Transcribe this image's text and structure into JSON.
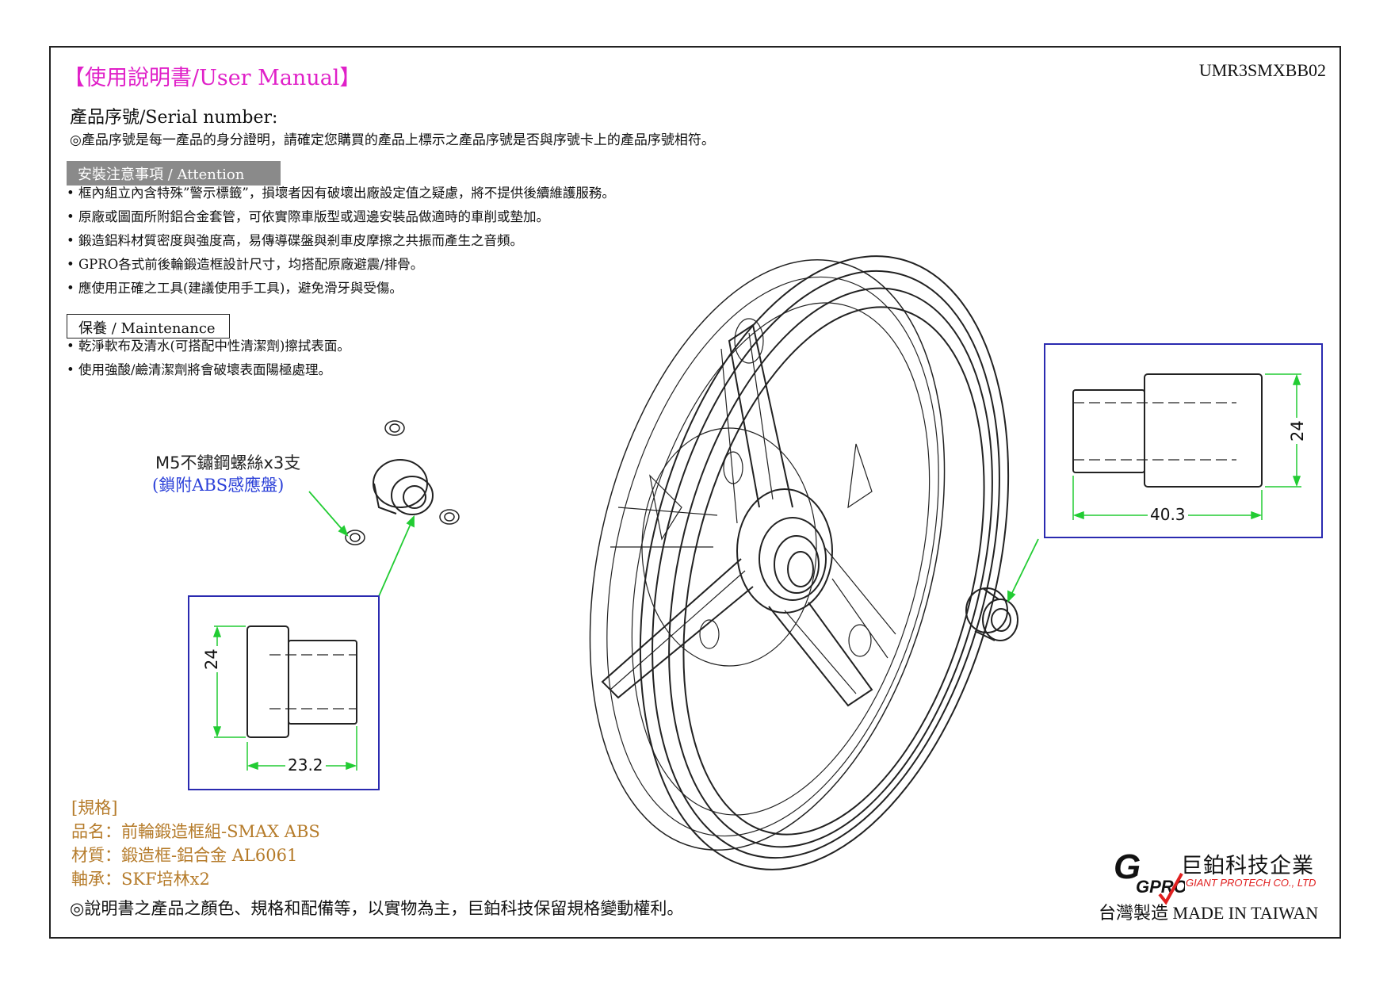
{
  "header": {
    "title": "【使用說明書/User Manual】",
    "doc_id": "UMR3SMXBB02"
  },
  "serial": {
    "label": "產品序號/Serial number:",
    "note": "◎產品序號是每一產品的身分證明，請確定您購買的產品上標示之產品序號是否與序號卡上的產品序號相符。"
  },
  "attention": {
    "heading": "安裝注意事項 / Attention",
    "items": [
      "框內組立內含特殊”警示標籤”，損壞者因有破壞出廠設定值之疑慮，將不提供後續維護服務。",
      "原廠或圖面所附鋁合金套管，可依實際車版型或週邊安裝品做適時的車削或墊加。",
      "鍛造鋁料材質密度與強度高，易傳導碟盤與剎車皮摩擦之共振而產生之音頻。",
      "GPRO各式前後輪鍛造框設計尺寸，均搭配原廠避震/排骨。",
      "應使用正確之工具(建議使用手工具)，避免滑牙與受傷。"
    ]
  },
  "maintenance": {
    "heading": "保養 / Maintenance",
    "items": [
      "乾淨軟布及清水(可搭配中性清潔劑)擦拭表面。",
      "使用強酸/鹼清潔劑將會破壞表面陽極處理。"
    ]
  },
  "callouts": {
    "screw": "M5不鏽鋼螺絲x3支",
    "screw_sub": "(鎖附ABS感應盤)"
  },
  "dimensions": {
    "left_height": "24",
    "left_width": "23.2",
    "right_height": "24",
    "right_width": "40.3"
  },
  "spec": {
    "heading": "[規格]",
    "name": "品名：前輪鍛造框組-SMAX ABS",
    "material": "材質：鍛造框-鋁合金 AL6061",
    "bearing": "軸承：SKF培林x2"
  },
  "footnote": "◎說明書之產品之顏色、規格和配備等，以實物為主，巨鉑科技保留規格變動權利。",
  "brand": {
    "logo_text": "GPRO",
    "name_cn": "巨鉑科技企業",
    "name_en": "GIANT PROTECH CO., LTD",
    "made_in_cn": "台灣製造",
    "made_in_en": "MADE IN TAIWAN"
  },
  "colors": {
    "title": "#e020c8",
    "sub_blue": "#2a3fd8",
    "spec": "#b57b2a",
    "leader": "#22cc33",
    "box": "#2a2ab0",
    "brand_red": "#e02020"
  }
}
